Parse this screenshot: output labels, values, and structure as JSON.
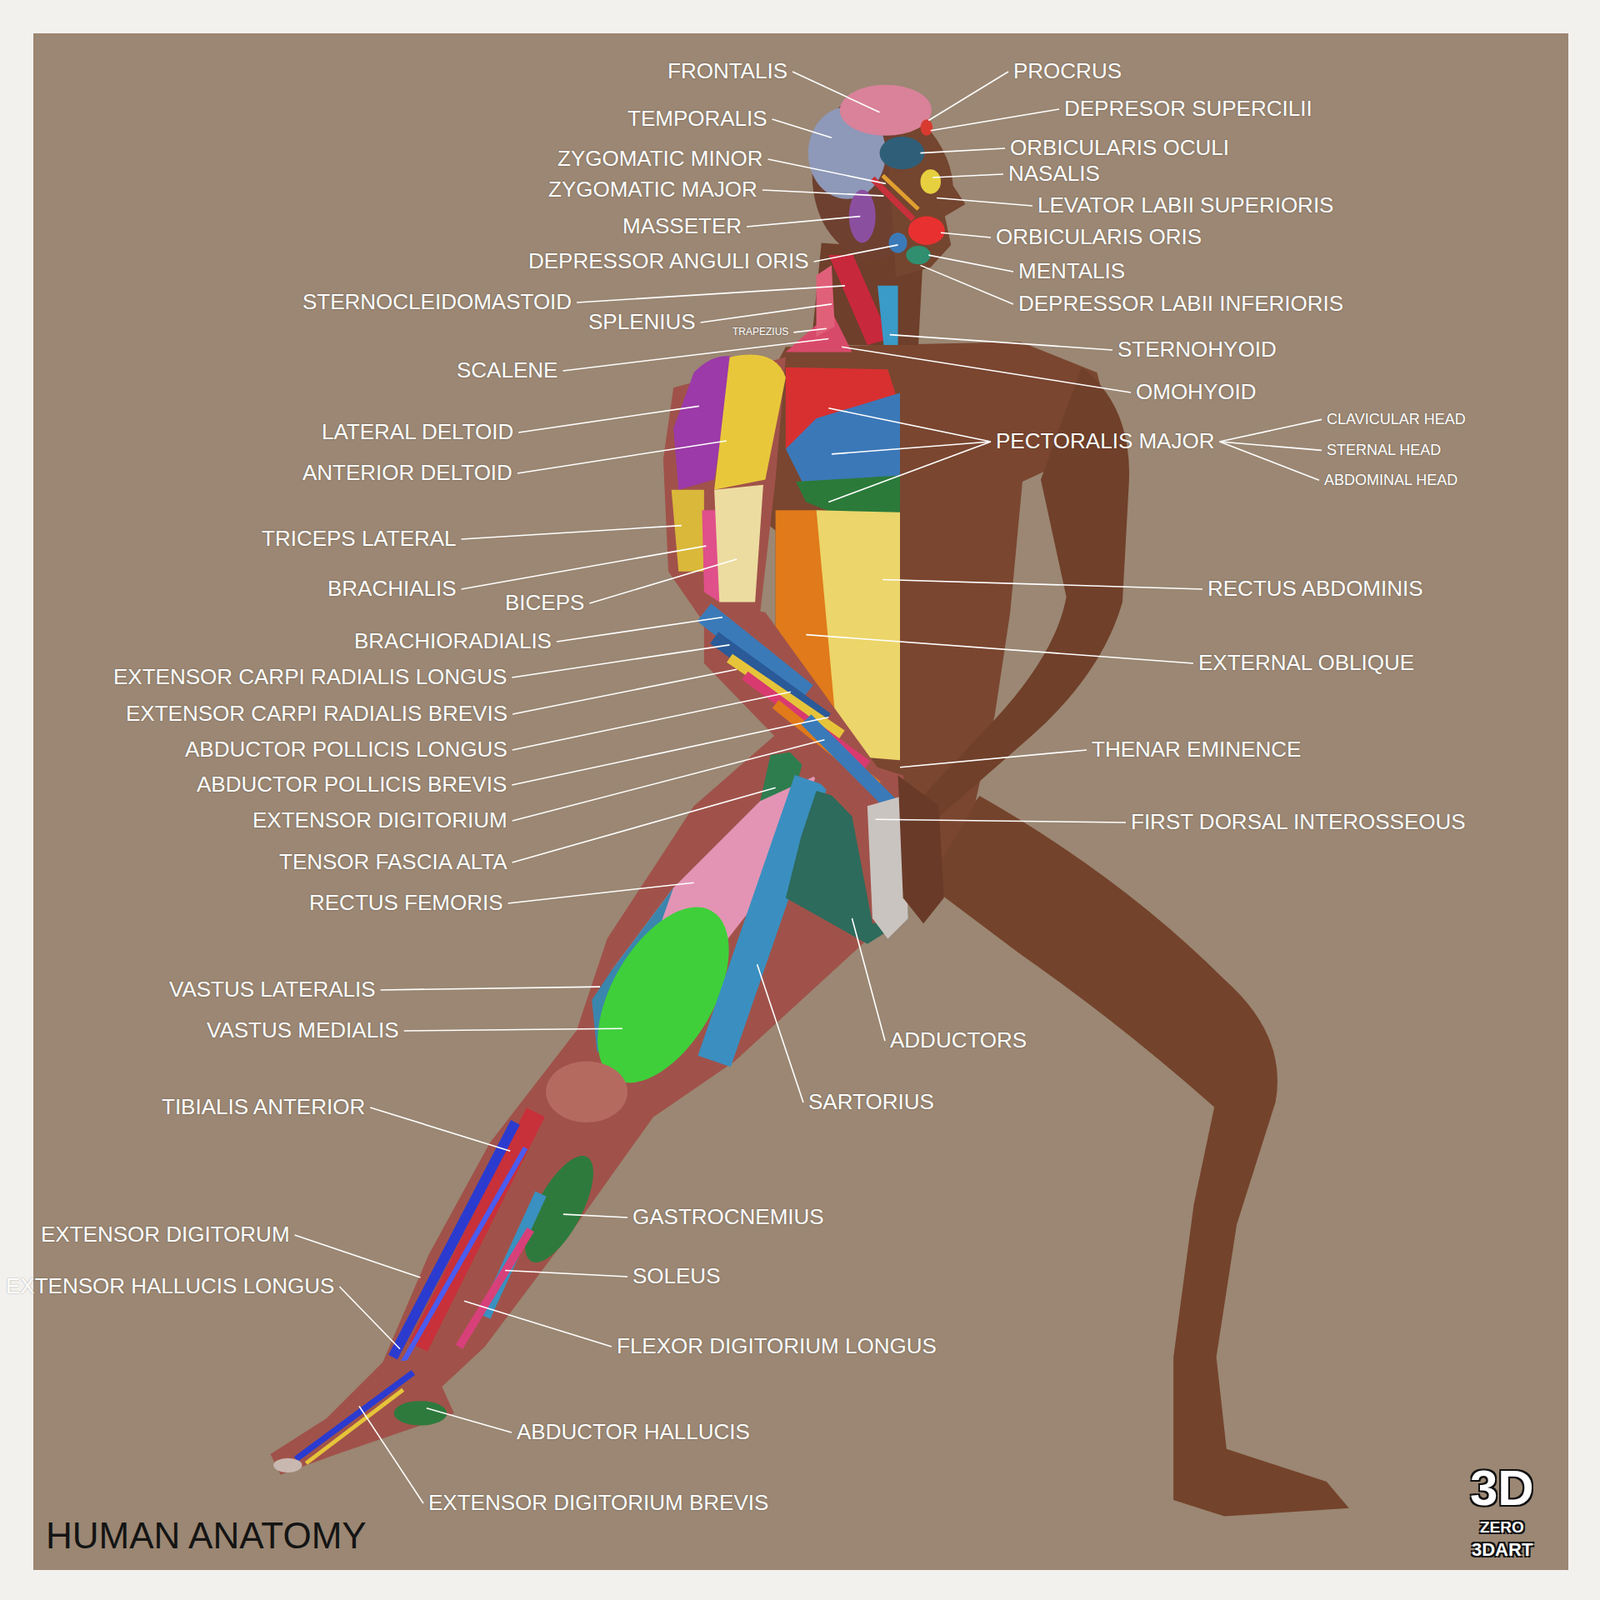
{
  "diagram": {
    "title": "HUMAN ANATOMY",
    "labels": [
      "FRONTALIS",
      "TEMPORALIS",
      "ZYGOMATIC MINOR",
      "ZYGOMATIC MAJOR",
      "MASSETER",
      "DEPRESSOR ANGULI ORIS",
      "STERNOCLEIDOMASTOID",
      "SPLENIUS",
      "TRAPEZIUS",
      "SCALENE",
      "LATERAL DELTOID",
      "ANTERIOR DELTOID",
      "TRICEPS LATERAL",
      "BRACHIALIS",
      "BICEPS",
      "BRACHIORADIALIS",
      "EXTENSOR CARPI RADIALIS LONGUS",
      "EXTENSOR CARPI RADIALIS BREVIS",
      "ABDUCTOR POLLICIS LONGUS",
      "ABDUCTOR POLLICIS BREVIS",
      "EXTENSOR DIGITORIUM",
      "TENSOR FASCIA ALTA",
      "RECTUS FEMORIS",
      "VASTUS LATERALIS",
      "VASTUS MEDIALIS",
      "TIBIALIS ANTERIOR",
      "EXTENSOR DIGITORUM",
      "EXTENSOR HALLUCIS LONGUS",
      "PROCRUS",
      "DEPRESOR SUPERCILII",
      "ORBICULARIS OCULI",
      "NASALIS",
      "LEVATOR LABII SUPERIORIS",
      "ORBICULARIS ORIS",
      "MENTALIS",
      "DEPRESSOR LABII INFERIORIS",
      "STERNOHYOID",
      "OMOHYOID",
      "PECTORALIS MAJOR",
      "CLAVICULAR HEAD",
      "STERNAL HEAD",
      "ABDOMINAL HEAD",
      "RECTUS ABDOMINIS",
      "EXTERNAL OBLIQUE",
      "THENAR EMINENCE",
      "FIRST DORSAL INTEROSSEOUS",
      "ADDUCTORS",
      "SARTORIUS",
      "GASTROCNEMIUS",
      "SOLEUS",
      "FLEXOR DIGITORIUM LONGUS",
      "ABDUCTOR HALLUCIS",
      "EXTENSOR DIGITORIUM BREVIS",
      "3D",
      "ZERO",
      "3DART"
    ]
  }
}
